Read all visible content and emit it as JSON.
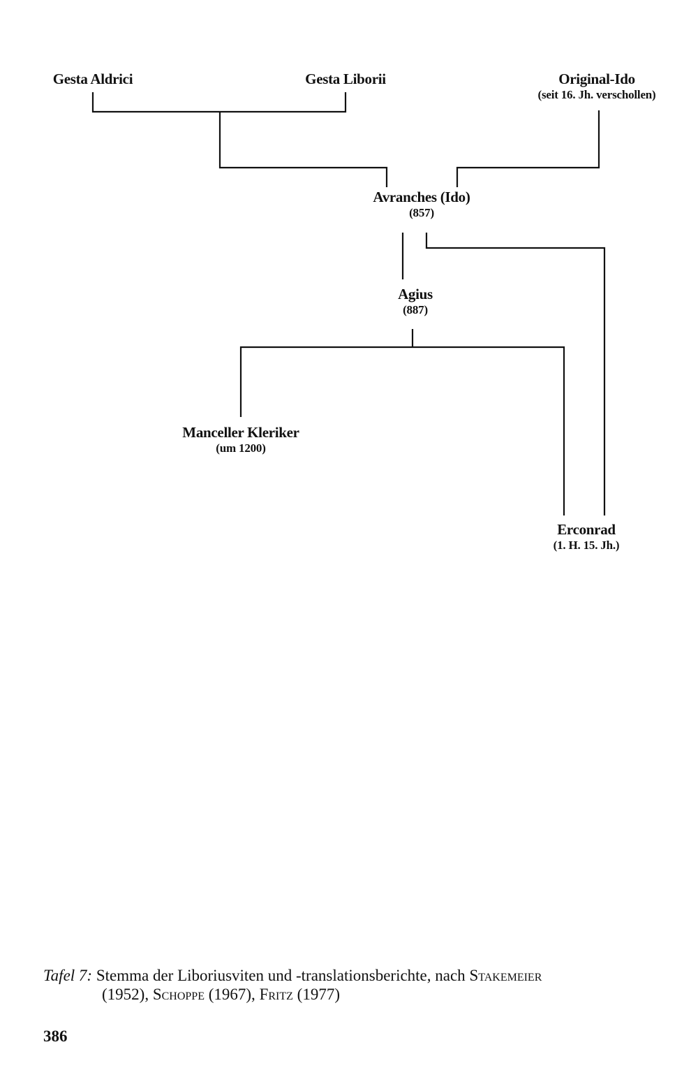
{
  "nodes": {
    "gesta_aldrici": {
      "name": "Gesta Aldrici"
    },
    "gesta_liborii": {
      "name": "Gesta Liborii"
    },
    "original_ido": {
      "name": "Original-Ido",
      "note": "(seit 16. Jh. verschollen)"
    },
    "avranches": {
      "name": "Avranches (Ido)",
      "date": "(857)"
    },
    "agius": {
      "name": "Agius",
      "date": "(887)"
    },
    "manceller": {
      "name": "Manceller Kleriker",
      "date": "(um 1200)"
    },
    "erconrad": {
      "name": "Erconrad",
      "date": "(1. H. 15. Jh.)"
    }
  },
  "caption": {
    "lead": "Tafel 7:",
    "text1": "Stemma der Liboriusviten und -translationsberichte, nach",
    "author1": "Stakemeier",
    "text2": "(1952),",
    "author2": "Schoppe",
    "text3": "(1967),",
    "author3": "Fritz",
    "text4": "(1977)"
  },
  "page_number": "386",
  "line_color": "#111111"
}
